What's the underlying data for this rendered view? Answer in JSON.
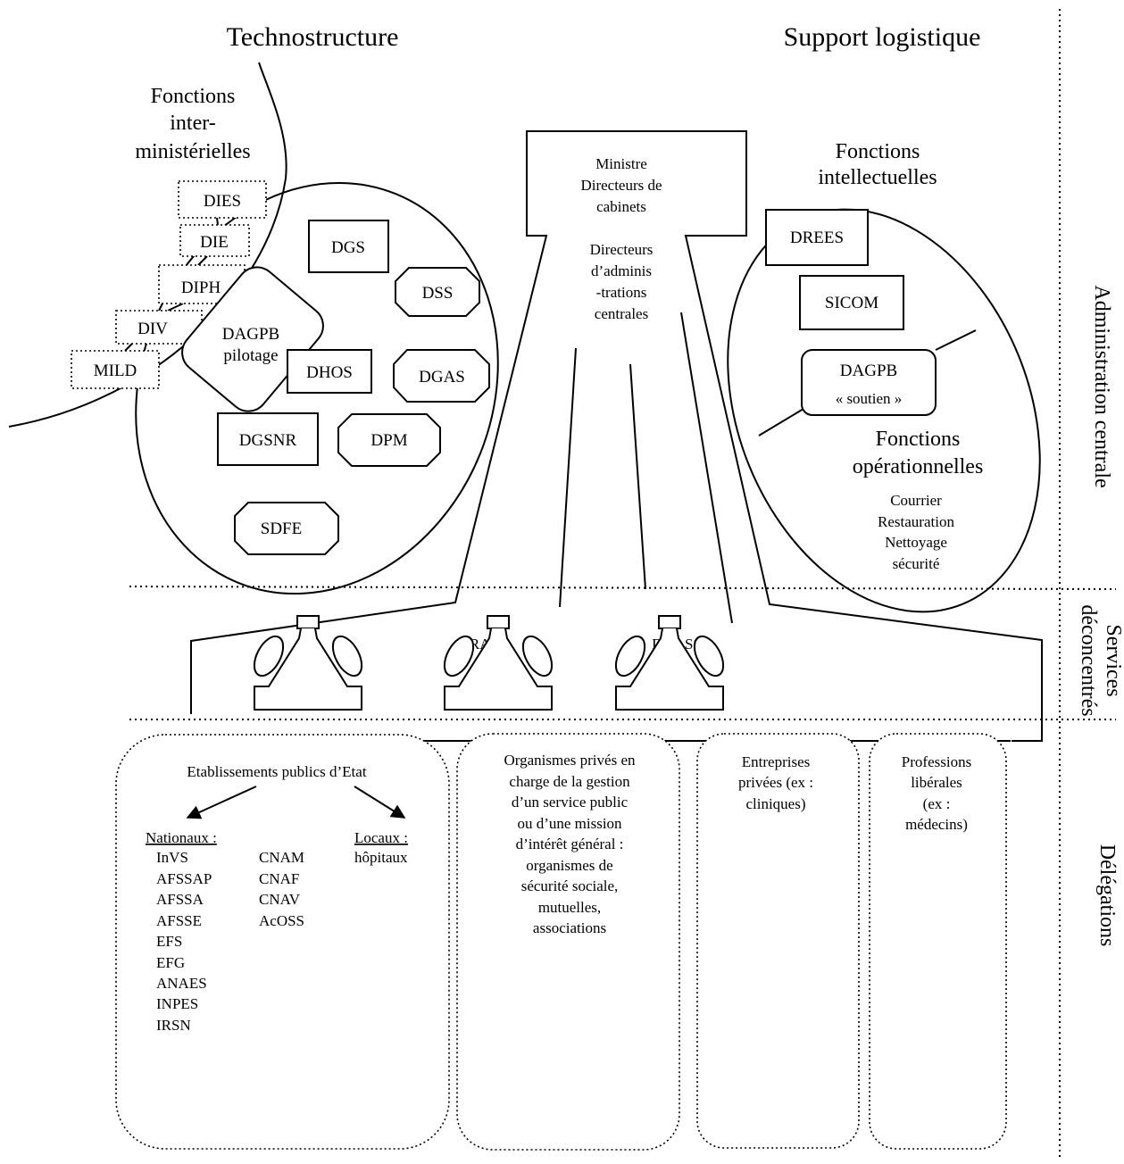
{
  "headers": {
    "technostructure": "Technostructure",
    "support": "Support logistique"
  },
  "interministerial": {
    "title": [
      "Fonctions",
      "inter-",
      "ministérielles"
    ],
    "boxes": [
      "DIES",
      "DIE",
      "DIPH",
      "DIV",
      "MILD"
    ]
  },
  "techno_units": {
    "dagpb": [
      "DAGPB",
      "pilotage"
    ],
    "dgs": "DGS",
    "dss": "DSS",
    "dhos": "DHOS",
    "dgas": "DGAS",
    "dgsnr": "DGSNR",
    "dpm": "DPM",
    "sdfe": "SDFE"
  },
  "ministry": {
    "lines": [
      "Ministre",
      "Directeurs de",
      "cabinets",
      "",
      "Directeurs",
      "d’adminis",
      "-trations",
      "centrales"
    ]
  },
  "support": {
    "intellectual_title": [
      "Fonctions",
      "intellectuelles"
    ],
    "drees": "DREES",
    "sicom": "SICOM",
    "dagpb": [
      "DAGPB",
      "« soutien »"
    ],
    "operational_title": [
      "Fonctions",
      "opérationnelles"
    ],
    "operational_items": [
      "Courrier",
      "Restauration",
      "Nettoyage",
      "sécurité"
    ]
  },
  "deconcentrated": {
    "drass": "DRASS",
    "ddass": "DDASS"
  },
  "side_labels": {
    "central": "Administration centrale",
    "services": [
      "Services",
      "déconcentrés"
    ],
    "delegations": "Délégations"
  },
  "delegations": {
    "public": {
      "title": "Etablissements publics d’Etat",
      "national_label": "Nationaux :",
      "national_col1": [
        "InVS",
        "AFSSAP",
        "AFSSA",
        "AFSSE",
        "EFS",
        "EFG",
        "ANAES",
        "INPES",
        "IRSN"
      ],
      "national_col2": [
        "CNAM",
        "CNAF",
        "CNAV",
        "AcOSS"
      ],
      "local_label": "Locaux :",
      "local_items": [
        "hôpitaux"
      ]
    },
    "private_orgs": [
      "Organismes privés en",
      "charge de la gestion",
      "d’un service public",
      "ou d’une mission",
      "d’intérêt général :",
      "organismes de",
      "sécurité sociale,",
      "mutuelles,",
      "associations"
    ],
    "companies": [
      "Entreprises",
      "privées (ex :",
      "cliniques)"
    ],
    "liberal": [
      "Professions",
      "libérales",
      "(ex :",
      "médecins)"
    ]
  }
}
